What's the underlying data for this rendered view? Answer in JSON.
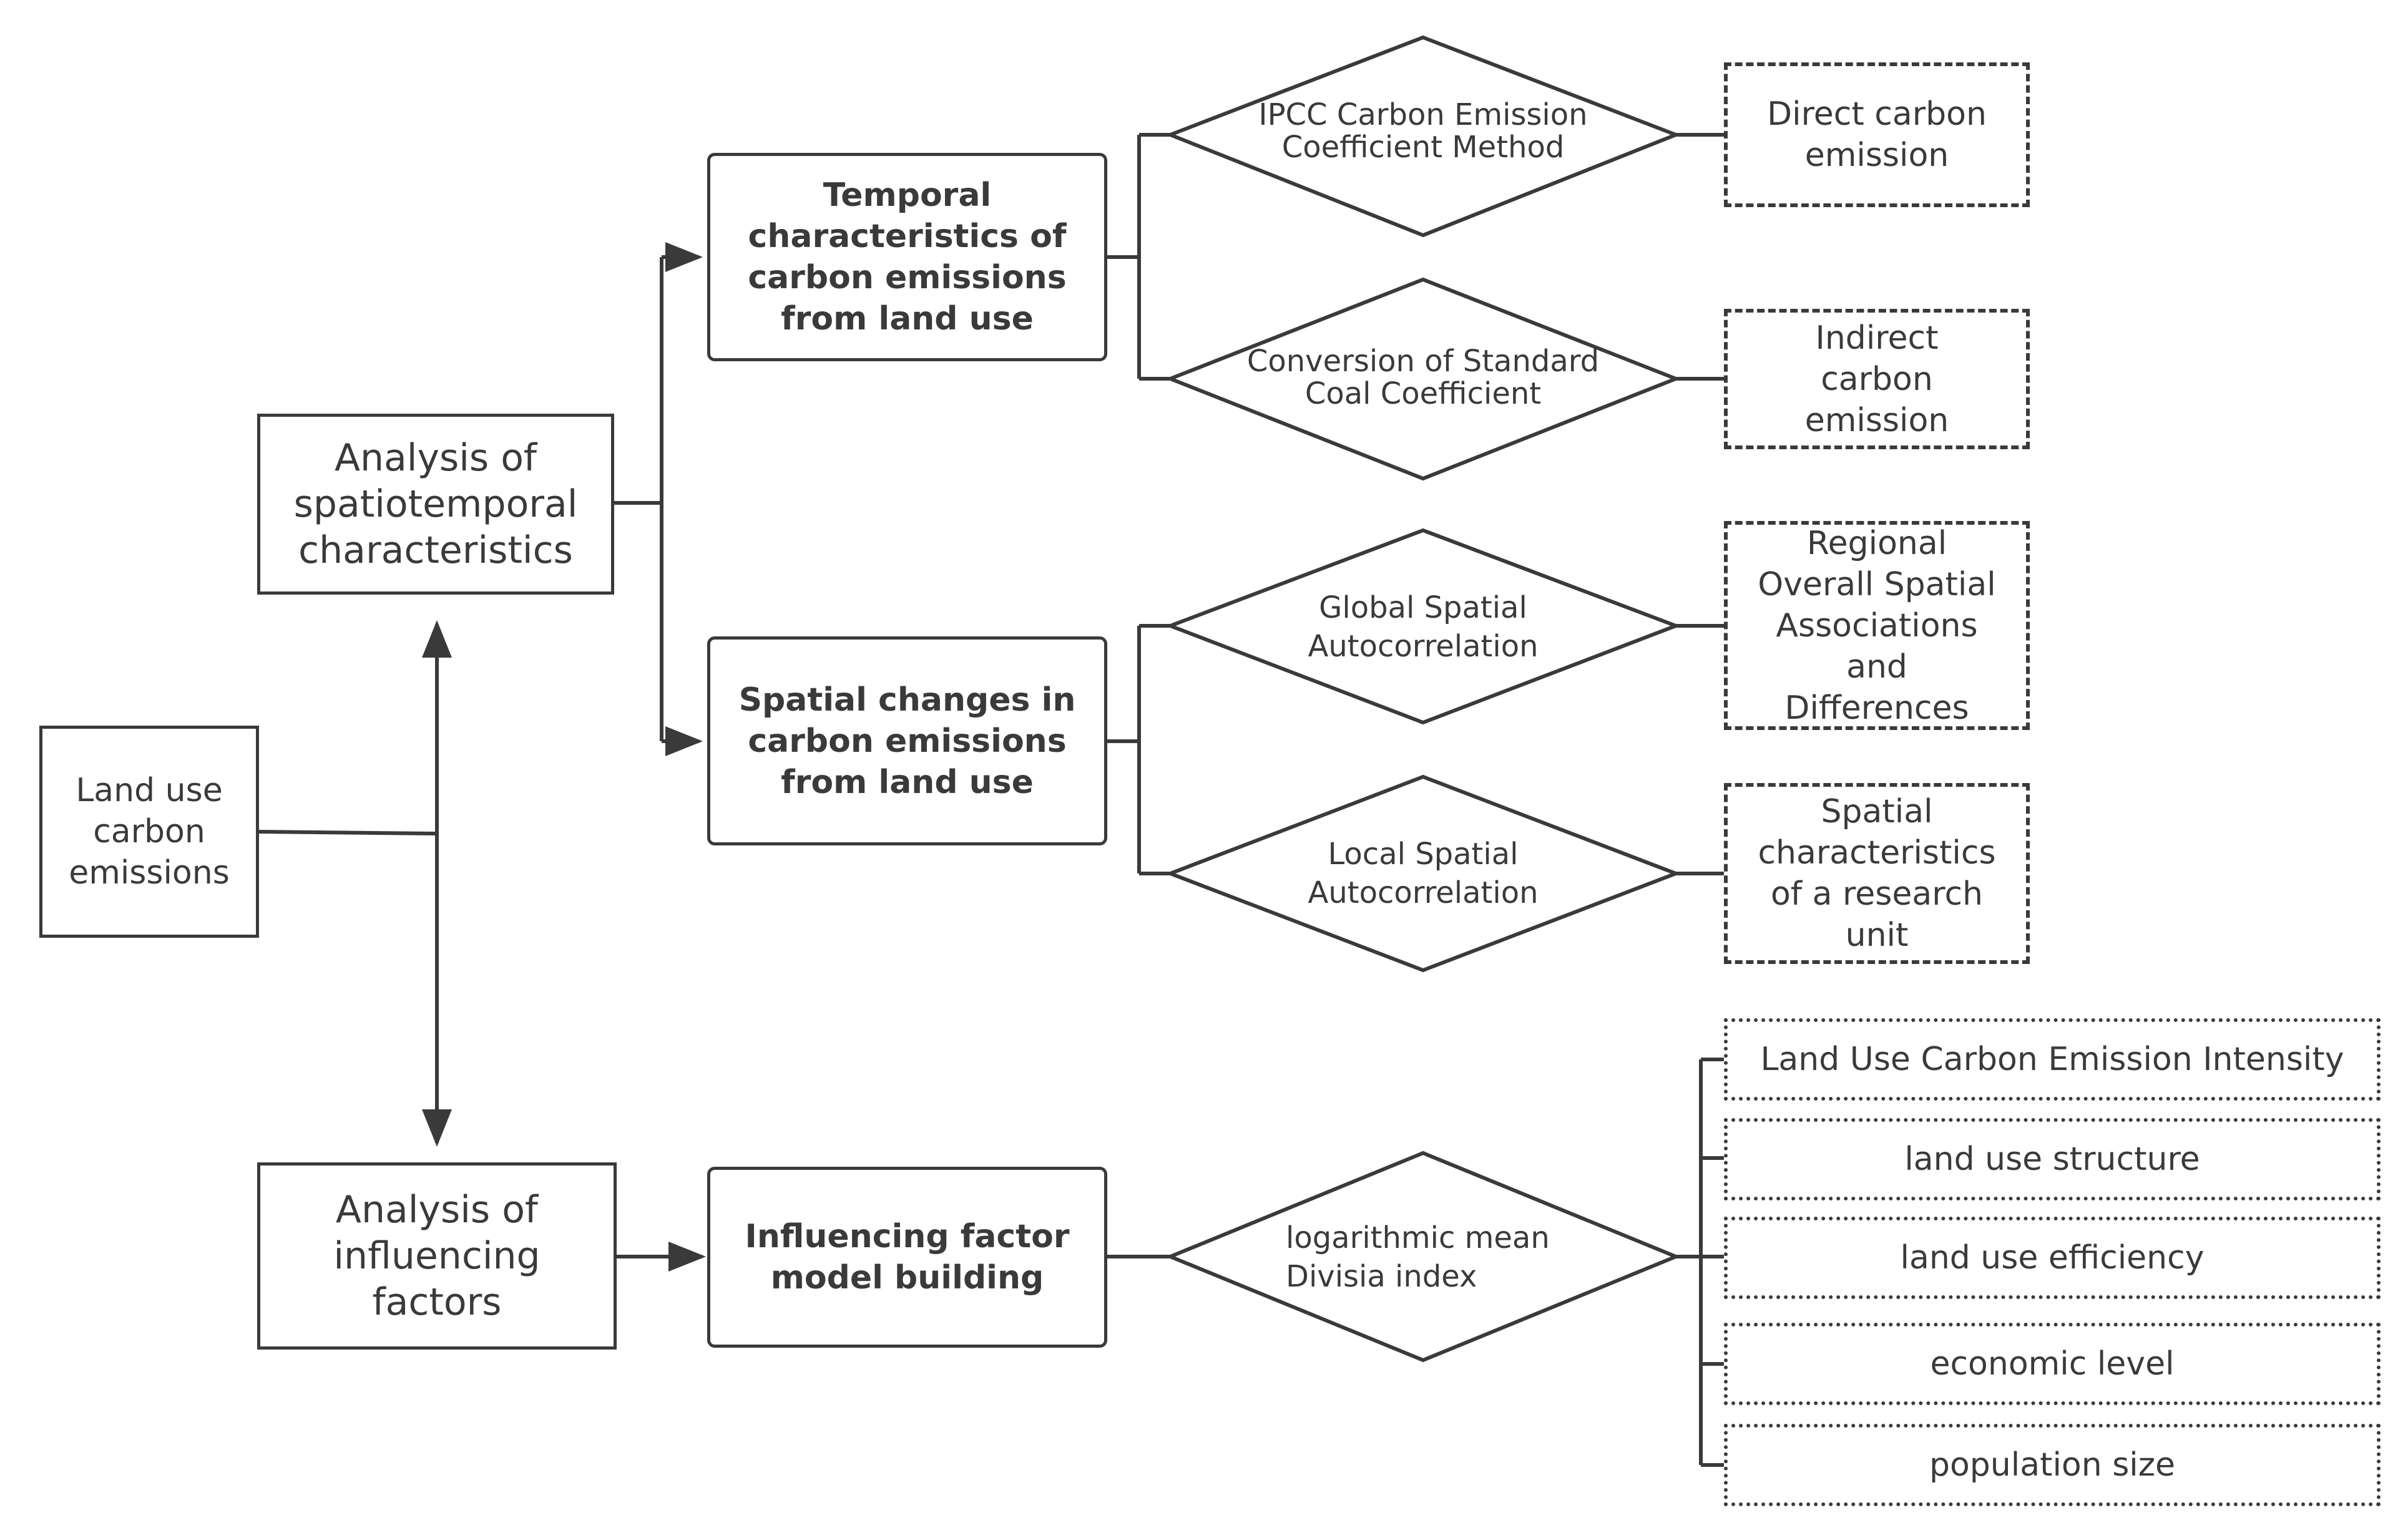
{
  "nodes": {
    "land_use_carbon": "Land use\ncarbon\nemissions",
    "spatiotemporal": "Analysis of\nspatiotemporal\ncharacteristics",
    "influencing_analysis": "Analysis of\ninfluencing\nfactors",
    "temporal": "Temporal\ncharacteristics of\ncarbon emissions\nfrom land use",
    "spatial_changes": "Spatial changes in\ncarbon emissions\nfrom land use",
    "model_building": "Influencing factor\nmodel building"
  },
  "methods": {
    "ipcc": "IPCC Carbon Emission\nCoefficient Method",
    "standard_coal": "Conversion of Standard\nCoal Coefficient",
    "global_spatial": "Global Spatial\nAutocorrelation",
    "local_spatial": "Local Spatial\nAutocorrelation",
    "lmdi": "logarithmic mean\nDivisia index"
  },
  "results": {
    "direct": "Direct carbon\nemission",
    "indirect": "Indirect\ncarbon\nemission",
    "regional": "Regional\nOverall Spatial\nAssociations\nand\nDifferences",
    "spatial_unit": "Spatial\ncharacteristics\nof a research\nunit"
  },
  "factors": [
    "Land Use Carbon Emission Intensity",
    "land use structure",
    "land use efficiency",
    "economic level",
    "population size"
  ],
  "colors": {
    "stroke": "#3a3a3a",
    "background": "#ffffff"
  }
}
